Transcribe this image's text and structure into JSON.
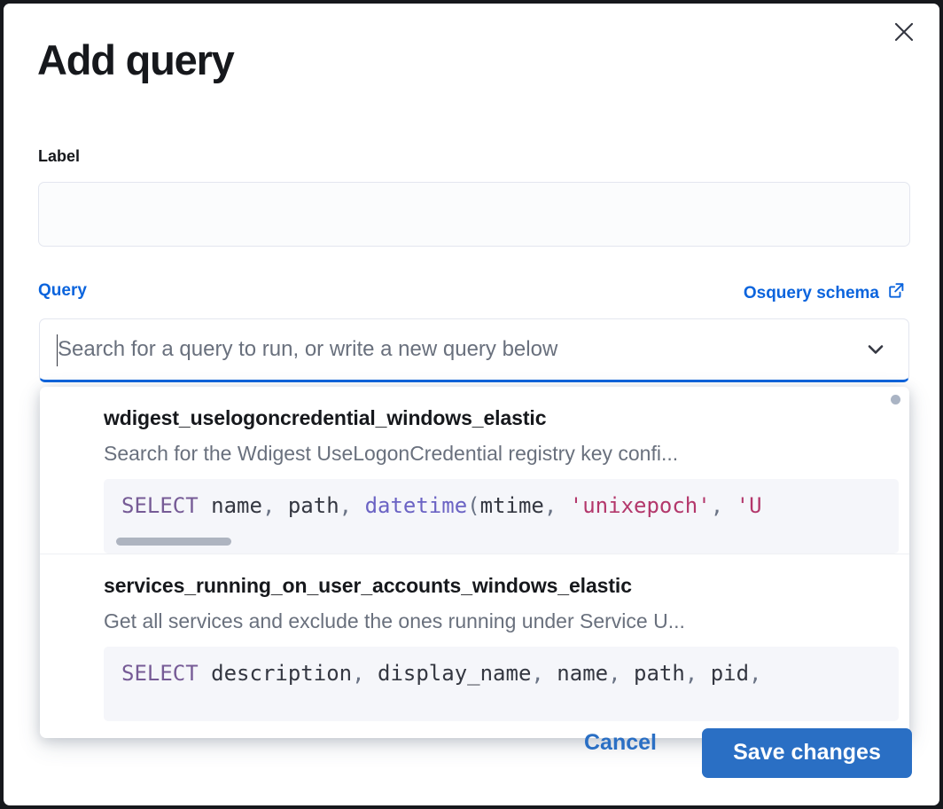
{
  "dialog": {
    "title": "Add query",
    "close_icon": "close-icon"
  },
  "label_field": {
    "label": "Label",
    "value": "",
    "placeholder": ""
  },
  "query_field": {
    "label": "Query",
    "schema_link": "Osquery schema",
    "schema_link_icon": "external-link-icon",
    "placeholder": "Search for a query to run, or write a new query below",
    "value": "",
    "chevron_icon": "chevron-down-icon"
  },
  "dropdown": {
    "items": [
      {
        "title": "wdigest_uselogoncredential_windows_elastic",
        "description": "Search for the Wdigest UseLogonCredential registry key confi...",
        "code_tokens": [
          {
            "t": "SELECT",
            "c": "kw"
          },
          {
            "t": " name",
            "c": "plain"
          },
          {
            "t": ",",
            "c": "pn"
          },
          {
            "t": " path",
            "c": "plain"
          },
          {
            "t": ",",
            "c": "pn"
          },
          {
            "t": " ",
            "c": "plain"
          },
          {
            "t": "datetime",
            "c": "fn"
          },
          {
            "t": "(",
            "c": "pn"
          },
          {
            "t": "mtime",
            "c": "plain"
          },
          {
            "t": ",",
            "c": "pn"
          },
          {
            "t": " ",
            "c": "plain"
          },
          {
            "t": "'unixepoch'",
            "c": "str"
          },
          {
            "t": ",",
            "c": "pn"
          },
          {
            "t": " ",
            "c": "plain"
          },
          {
            "t": "'U",
            "c": "str"
          }
        ]
      },
      {
        "title": "services_running_on_user_accounts_windows_elastic",
        "description": "Get all services and exclude the ones running under Service U...",
        "code_tokens": [
          {
            "t": "SELECT",
            "c": "kw"
          },
          {
            "t": " description",
            "c": "plain"
          },
          {
            "t": ",",
            "c": "pn"
          },
          {
            "t": " display_name",
            "c": "plain"
          },
          {
            "t": ",",
            "c": "pn"
          },
          {
            "t": " name",
            "c": "plain"
          },
          {
            "t": ",",
            "c": "pn"
          },
          {
            "t": " path",
            "c": "plain"
          },
          {
            "t": ",",
            "c": "pn"
          },
          {
            "t": " pid",
            "c": "plain"
          },
          {
            "t": ",",
            "c": "pn"
          }
        ]
      }
    ]
  },
  "footer": {
    "cancel_label": "Cancel",
    "save_label": "Save changes"
  },
  "colors": {
    "accent": "#0b64dd",
    "primary_button": "#2a6fc4",
    "text": "#16181c",
    "muted_text": "#69707d"
  }
}
